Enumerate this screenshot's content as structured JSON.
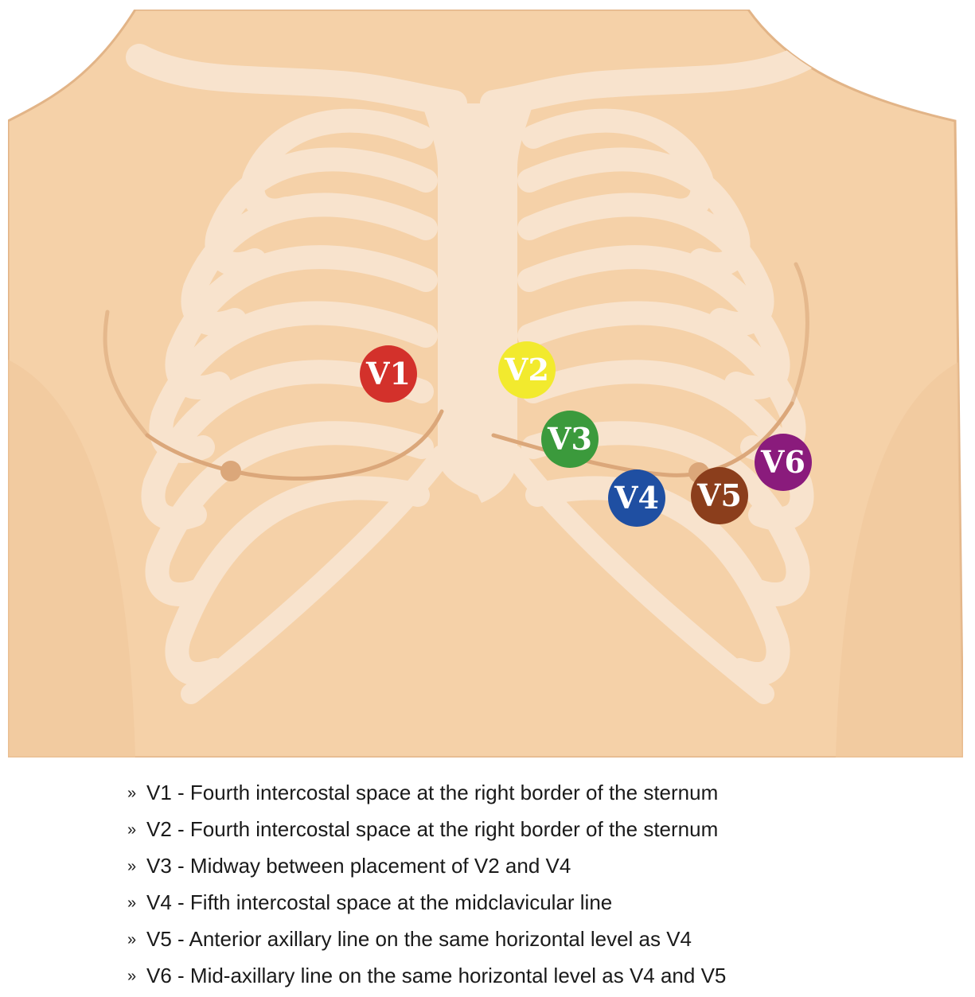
{
  "electrodes": [
    {
      "label": "V1",
      "color": "#d3312b"
    },
    {
      "label": "V2",
      "color": "#f2ea2e"
    },
    {
      "label": "V3",
      "color": "#3b9a3c"
    },
    {
      "label": "V4",
      "color": "#1f4fa2"
    },
    {
      "label": "V5",
      "color": "#8b3e1c"
    },
    {
      "label": "V6",
      "color": "#8a1b7c"
    }
  ],
  "placements": [
    {
      "bullet": "»",
      "text": "V1 - Fourth intercostal space at the right border of the sternum"
    },
    {
      "bullet": "»",
      "text": "V2 - Fourth intercostal space at the right border of the sternum"
    },
    {
      "bullet": "»",
      "text": "V3 - Midway between placement of V2 and V4"
    },
    {
      "bullet": "»",
      "text": "V4 - Fifth intercostal space at the midclavicular line"
    },
    {
      "bullet": "»",
      "text": "V5 - Anterior axillary line on the same horizontal level as V4"
    },
    {
      "bullet": "»",
      "text": "V6 - Mid-axillary line on the same horizontal level as V4 and V5"
    }
  ],
  "colors": {
    "skin": "#f5d1a8",
    "skin_outline": "#e2b487",
    "bone": "#f8e3cd",
    "crease": "#dba77a"
  }
}
